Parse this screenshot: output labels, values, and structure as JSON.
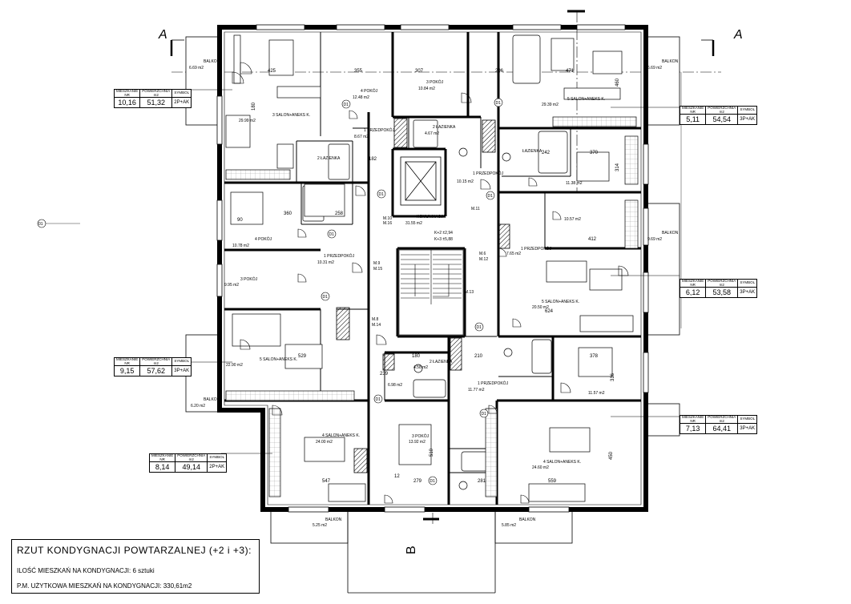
{
  "section_marks": {
    "left": "A",
    "right": "A",
    "bottom": "B"
  },
  "title": {
    "main": "RZUT KONDYGNACJI POWTARZALNEJ (+2 i +3):",
    "count": "ILOŚĆ MIESZKAŃ NA KONDYGNACJI: 6 sztuki",
    "area": "P.M. UŻYTKOWA MIESZKAŃ NA KONDYGNACJI: 330,61m2"
  },
  "table_headers": {
    "nr": "MIESZKANIE\nNR",
    "area": "POWIERZCHNIA\nm2",
    "symbol": "SYMBOL"
  },
  "apartments": [
    {
      "id": "10_16",
      "nr": "10,16",
      "area": "51,32",
      "symbol": "2P+AK"
    },
    {
      "id": "5_11",
      "nr": "5,11",
      "area": "54,54",
      "symbol": "3P+AK"
    },
    {
      "id": "6_12",
      "nr": "6,12",
      "area": "53,58",
      "symbol": "3P+AK"
    },
    {
      "id": "9_15",
      "nr": "9,15",
      "area": "57,62",
      "symbol": "3P+AK"
    },
    {
      "id": "7_13",
      "nr": "7,13",
      "area": "64,41",
      "symbol": "3P+AK"
    },
    {
      "id": "8_14",
      "nr": "8,14",
      "area": "49,14",
      "symbol": "2P+AK"
    }
  ],
  "rooms": {
    "salon_nw": "3 SALON+ANEKS K.",
    "salon_nw_area": "29.99 m2",
    "pokoj_n1": "4 POKÓJ",
    "pokoj_n1_area": "12.48 m2",
    "pokoj_n2": "3 POKÓJ",
    "pokoj_n2_area": "10.84 m2",
    "salon_ne": "5 SALON+ANEKS K.",
    "salon_ne_area": "29.39 m2",
    "lazienka_1": "2 ŁAZIENKA",
    "lazienka_1_area": "4.67 m2",
    "przedpokoj_1": "1 PRZEDPOKÓJ",
    "przedpokoj_1_area": "8.67 m2",
    "przedpokoj_2": "1 PRZEDPOKÓJ",
    "przedpokoj_2_area": "10.15 m2",
    "lazienka_w": "2 ŁAZIENKA",
    "lazienka_e": "ŁAZIENKA",
    "komunikacja": "KOMUNIKACJA",
    "komunikacja_area": "31.55 m2",
    "pokoj_w": "4 POKÓJ",
    "pokoj_w_area": "10.78 m2",
    "pokoj_w2": "3 POKÓJ",
    "pokoj_w2_area": "9.95 m2",
    "przedpokoj_w": "1 PRZEDPOKÓJ",
    "przedpokoj_w_area": "10.31 m2",
    "przedpokoj_e": "1 PRZEDPOKÓJ",
    "przedpokoj_e_area": "7.65 m2",
    "pokoj_e1_area": "11.38 m2",
    "pokoj_e2_area": "10.57 m2",
    "salon_e": "5 SALON+ANEKS K.",
    "salon_e_area": "20.50 m2",
    "salon_w": "5 SALON+ANEKS K.",
    "salon_w_area": "22.90 m2",
    "salon_sw": "4 SALON+ANEKS K.",
    "salon_sw_area": "24.00 m2",
    "salon_se": "4 SALON+ANEKS K.",
    "salon_se_area": "24.60 m2",
    "pokoj_s": "3 POKÓJ",
    "pokoj_s_area": "13.92 m2",
    "pokoj_se_area": "11.57 m2",
    "lazienka_s": "2 ŁAZIENKA",
    "lazienka_s_area": "4.58 m2",
    "przedpokoj_s1": "1 PRZEDPOKÓJ",
    "przedpokoj_s1_area": "11.77 m2",
    "przedpokoj_s2_area": "6.98 m2",
    "balkon": "BALKON",
    "balkon_a1": "6.69 m2",
    "balkon_a2": "6.69 m2",
    "balkon_a3": "9.69 m2",
    "balkon_a4": "6.20 m2",
    "balkon_a5": "5.25 m2",
    "balkon_a6": "5.85 m2"
  },
  "markers": {
    "elev_1": "K+2 ±2,94",
    "elev_2": "K+3 ±5,88",
    "m10": "M.10",
    "m16": "M.16",
    "m11": "M.11",
    "m9": "M.9",
    "m15": "M.15",
    "m6": "M.6",
    "m12": "M.12",
    "m8": "M.8",
    "m14": "M.14",
    "m13": "M.13",
    "d1": "D1",
    "wymiar": "01"
  },
  "dims": {
    "d425": "425",
    "d355": "355",
    "d307": "307",
    "d296": "296",
    "d471": "471",
    "d182": "182",
    "d360": "360",
    "d258": "258",
    "d242": "242",
    "d370": "370",
    "d412": "412",
    "d624": "624",
    "d378": "378",
    "d316": "316",
    "d210": "210",
    "d180": "180",
    "d239": "239",
    "d547": "547",
    "d279": "279",
    "d281": "281",
    "d559": "559",
    "d450": "450",
    "d510": "510",
    "d12": "12",
    "d529": "529",
    "d460": "460",
    "d180b": "180",
    "d314": "314",
    "d90": "90"
  },
  "colors": {
    "line": "#000000",
    "wall": "#2b2b2b",
    "grid": "#555555"
  }
}
